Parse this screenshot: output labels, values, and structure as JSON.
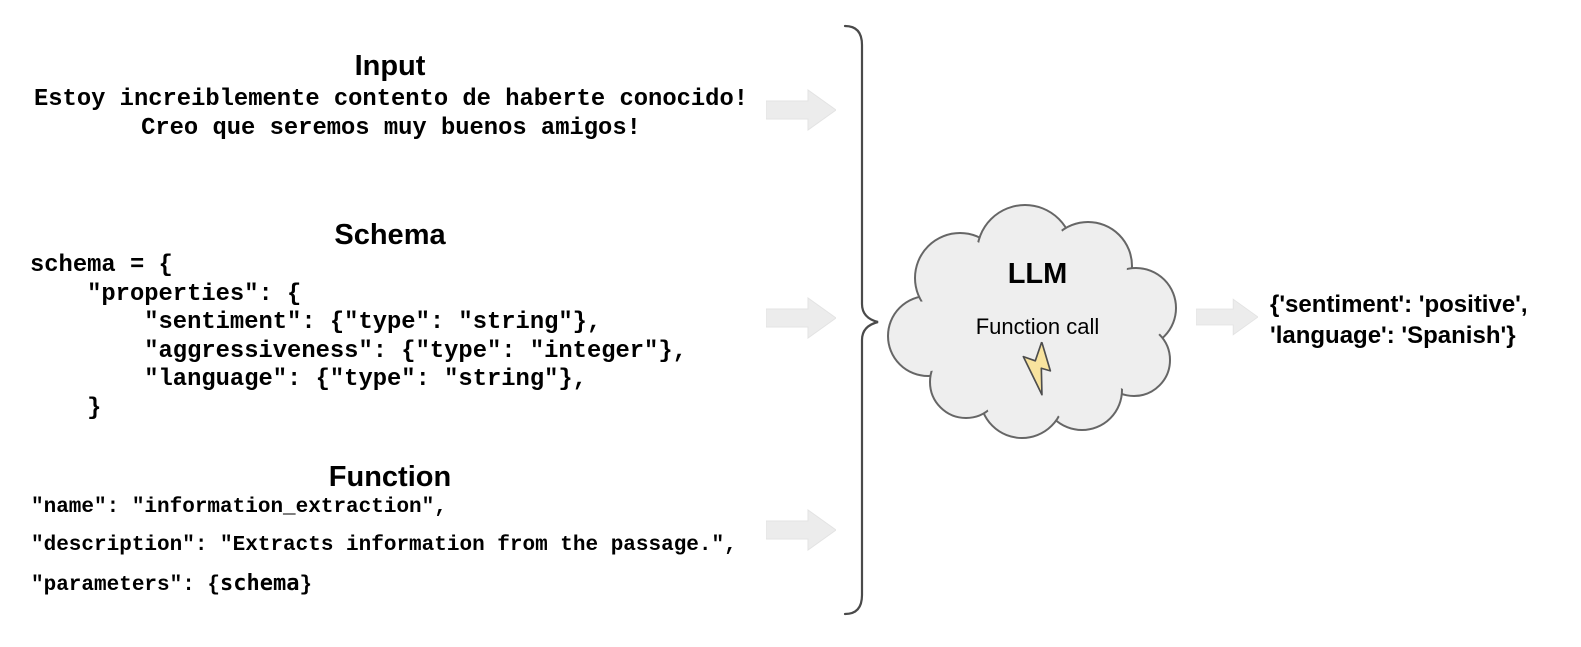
{
  "colors": {
    "background": "#ffffff",
    "text": "#000000",
    "arrow_fill": "#ececec",
    "arrow_stroke": "#e3e3e3",
    "cloud_fill": "#eeeeee",
    "cloud_stroke": "#666666",
    "brace_stroke": "#4a4a4a",
    "bolt_fill": "#f8e39e",
    "bolt_stroke": "#4d4d4d"
  },
  "sections": {
    "input": {
      "title": "Input",
      "text": "Estoy increiblemente contento de haberte conocido!\nCreo que seremos muy buenos amigos!"
    },
    "schema": {
      "title": "Schema",
      "code": "schema = {\n    \"properties\": {\n        \"sentiment\": {\"type\": \"string\"},\n        \"aggressiveness\": {\"type\": \"integer\"},\n        \"language\": {\"type\": \"string\"},\n    }"
    },
    "function": {
      "title": "Function",
      "line1": "\"name\": \"information_extraction\",",
      "line2": "\"description\": \"Extracts information from the passage.\",",
      "line3_prefix": "\"parameters\": {",
      "line3_schema_token": "schema",
      "line3_suffix": "}"
    }
  },
  "llm_cloud": {
    "title": "LLM",
    "subtitle": "Function call",
    "icon": "lightning-bolt-icon"
  },
  "output": {
    "line1": "{'sentiment': 'positive',",
    "line2": "'language': 'Spanish'}"
  }
}
